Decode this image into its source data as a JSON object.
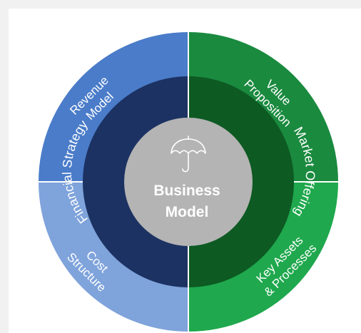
{
  "diagram": {
    "center": {
      "line1": "Business",
      "line2": "Model",
      "icon": "umbrella-icon"
    },
    "middle_ring": {
      "left_label": "Financial Strategy",
      "right_label": "Market Offering"
    },
    "outer_ring": {
      "top_left": {
        "line1": "Revenue",
        "line2": "Model"
      },
      "top_right": {
        "line1": "Value",
        "line2": "Proposition"
      },
      "bottom_left": {
        "line1": "Cost",
        "line2": "Structure"
      },
      "bottom_right": {
        "line1": "Key Assets",
        "line2": "& Processes"
      }
    },
    "colors": {
      "revenue": "#4a7cc9",
      "cost": "#7fa3db",
      "value": "#1a8a3f",
      "key_assets": "#1fa84d",
      "financial": "#1c3262",
      "market": "#0d5a23",
      "center": "#b4b4b4",
      "divider": "#ffffff"
    }
  }
}
